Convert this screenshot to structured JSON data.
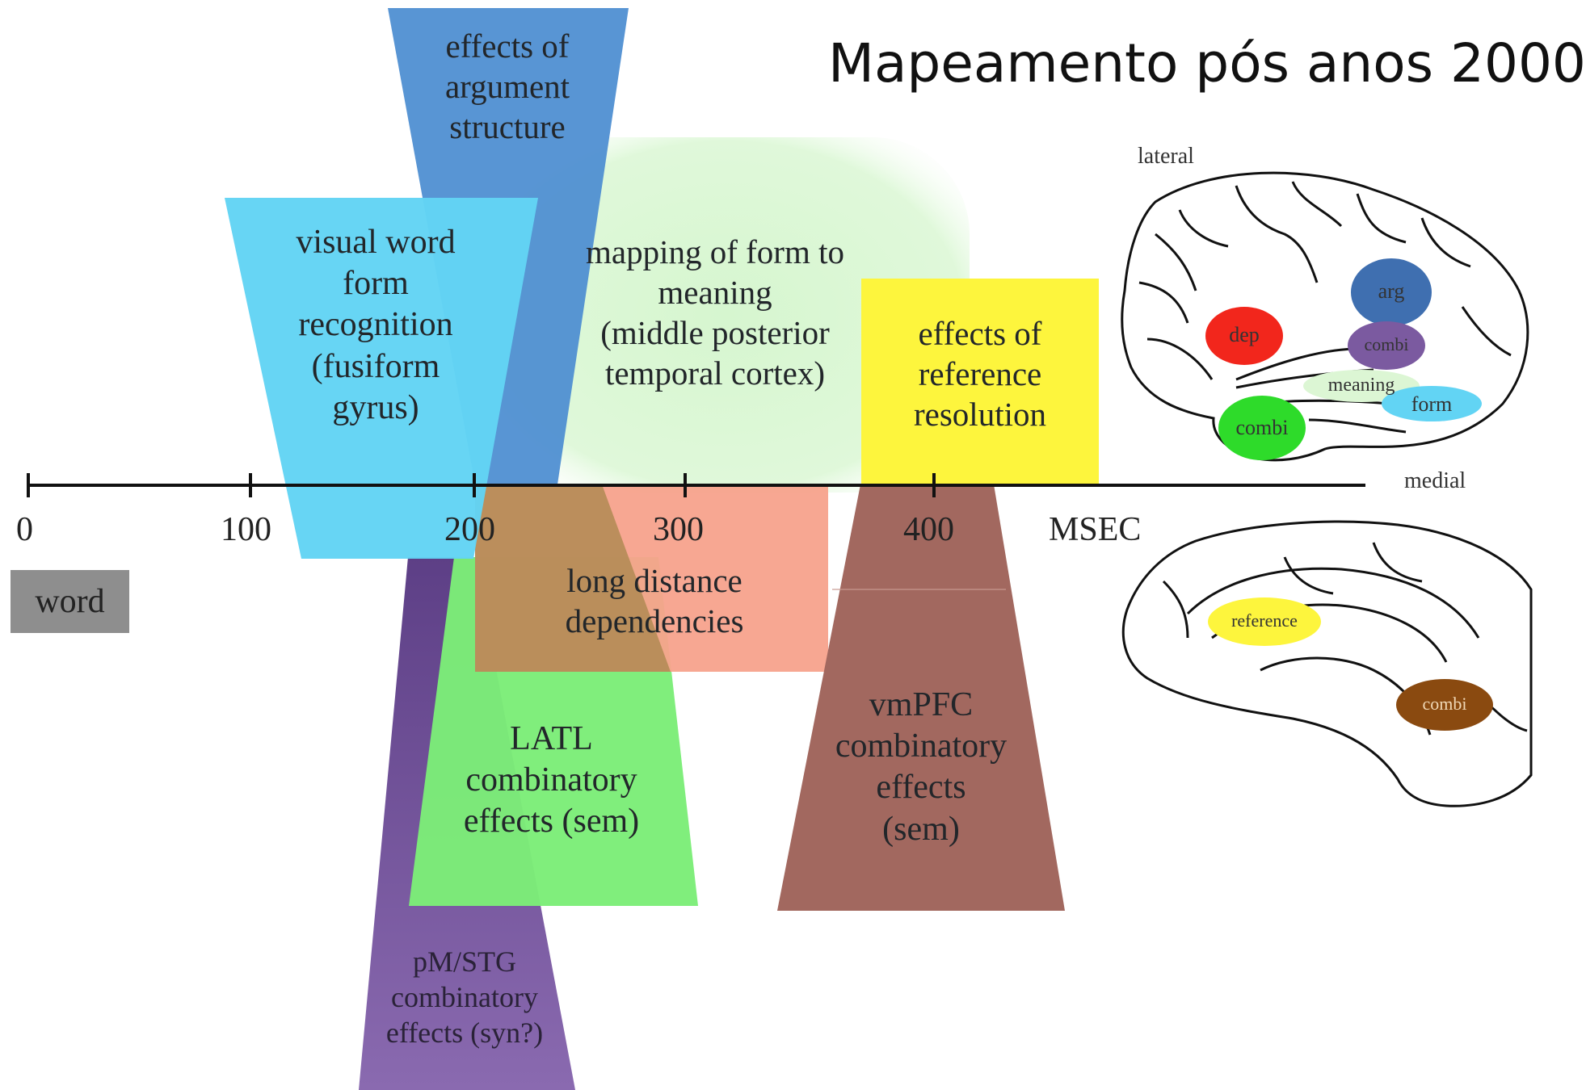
{
  "title": "Mapeamento pós anos 2000",
  "axis": {
    "ticks": [
      "0",
      "100",
      "200",
      "300",
      "400"
    ],
    "unit": "MSEC"
  },
  "word_label": "word",
  "regions": {
    "argument": "effects of\nargument\nstructure",
    "visual_word": "visual word\nform\nrecognition\n(fusiform\ngyrus)",
    "mapping": "mapping of form to\nmeaning\n(middle posterior\ntemporal cortex)",
    "reference": "effects of\nreference\nresolution",
    "long_distance": "long distance\ndependencies",
    "latl": "LATL\ncombinatory\neffects (sem)",
    "vmpfc": "vmPFC\ncombinatory\neffects\n(sem)",
    "pmstg": "pM/STG\ncombinatory\neffects (syn?)"
  },
  "brain": {
    "lateral_label": "lateral",
    "medial_label": "medial",
    "lateral_regions": [
      "dep",
      "arg",
      "combi",
      "meaning",
      "form",
      "combi"
    ],
    "medial_regions": [
      "reference",
      "combi"
    ]
  },
  "colors": {
    "argument": "#4f8fd2",
    "visual_word": "#62d4f4",
    "mapping": "#dbf7d4",
    "reference": "#fdf53d",
    "long_distance": "#f7a28c",
    "latl": "#7ced78",
    "vmpfc": "#a2685f",
    "pmstg": "#7b5aa0",
    "word_box": "#8e8e8e"
  }
}
